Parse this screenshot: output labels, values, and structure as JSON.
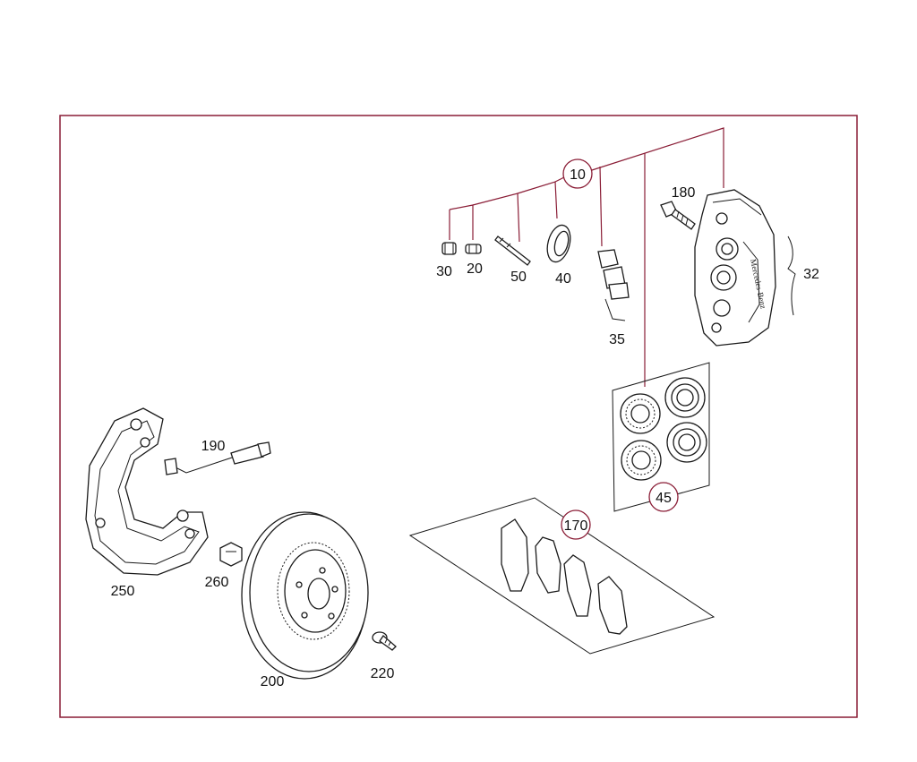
{
  "diagram": {
    "accent_color": "#8a1d36",
    "parts": [
      {
        "id": "p10",
        "number": "10",
        "circled": true
      },
      {
        "id": "p180",
        "number": "180",
        "circled": false
      },
      {
        "id": "p30",
        "number": "30",
        "circled": false
      },
      {
        "id": "p20",
        "number": "20",
        "circled": false
      },
      {
        "id": "p50",
        "number": "50",
        "circled": false
      },
      {
        "id": "p40",
        "number": "40",
        "circled": false
      },
      {
        "id": "p32",
        "number": "32",
        "circled": false
      },
      {
        "id": "p35",
        "number": "35",
        "circled": false
      },
      {
        "id": "p190",
        "number": "190",
        "circled": false
      },
      {
        "id": "p45",
        "number": "45",
        "circled": true
      },
      {
        "id": "p170",
        "number": "170",
        "circled": true
      },
      {
        "id": "p250",
        "number": "250",
        "circled": false
      },
      {
        "id": "p260",
        "number": "260",
        "circled": false
      },
      {
        "id": "p200",
        "number": "200",
        "circled": false
      },
      {
        "id": "p220",
        "number": "220",
        "circled": false
      }
    ],
    "caliper_brand_text": "Mercedes-Benz"
  }
}
